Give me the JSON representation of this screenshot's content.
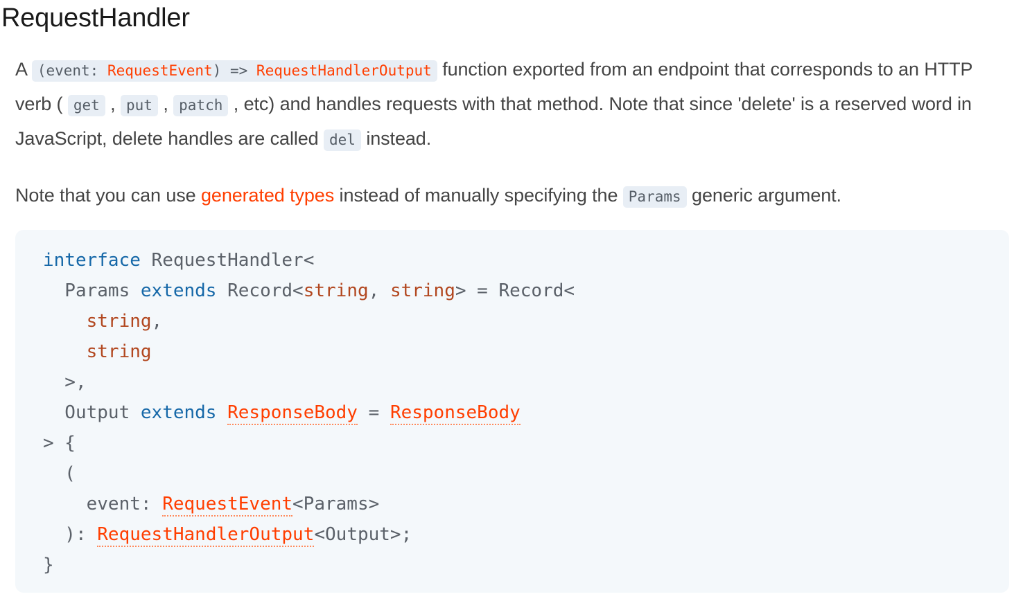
{
  "page": {
    "title": "RequestHandler",
    "background": "#ffffff",
    "text_color": "#444444",
    "brand_color": "#ff3e00"
  },
  "paragraph_1": {
    "lead": "A ",
    "signature_chip": {
      "open_paren": "(event: ",
      "param_type": "RequestEvent",
      "arrow": ") => ",
      "return_type": "RequestHandlerOutput"
    },
    "after_signature": " function exported from an endpoint that corresponds to an HTTP verb ( ",
    "verb_get": "get",
    "sep_1": " , ",
    "verb_put": "put",
    "sep_2": " , ",
    "verb_patch": "patch",
    "after_verbs": " , etc) and handles requests with that method. Note that since 'delete' is a reserved word in JavaScript, delete handles are called ",
    "del_chip": "del",
    "tail": " instead."
  },
  "paragraph_2": {
    "lead": "Note that you can use ",
    "link_text": "generated types",
    "middle": " instead of manually specifying the ",
    "params_chip": "Params",
    "tail": " generic argument."
  },
  "code_block": {
    "language": "typescript",
    "background": "#f4f8fb",
    "colors": {
      "keyword": "#1668a8",
      "primitive": "#b2471f",
      "plain": "#5b6169",
      "type_link": "#ff3e00"
    },
    "lines": [
      {
        "tokens": [
          {
            "text": "interface",
            "kind": "keyword"
          },
          {
            "text": " RequestHandler<",
            "kind": "plain"
          }
        ]
      },
      {
        "tokens": [
          {
            "text": "  Params ",
            "kind": "plain"
          },
          {
            "text": "extends",
            "kind": "keyword"
          },
          {
            "text": " Record<",
            "kind": "plain"
          },
          {
            "text": "string",
            "kind": "primitive"
          },
          {
            "text": ", ",
            "kind": "plain"
          },
          {
            "text": "string",
            "kind": "primitive"
          },
          {
            "text": "> = Record<",
            "kind": "plain"
          }
        ]
      },
      {
        "tokens": [
          {
            "text": "    ",
            "kind": "plain"
          },
          {
            "text": "string",
            "kind": "primitive"
          },
          {
            "text": ",",
            "kind": "plain"
          }
        ]
      },
      {
        "tokens": [
          {
            "text": "    ",
            "kind": "plain"
          },
          {
            "text": "string",
            "kind": "primitive"
          }
        ]
      },
      {
        "tokens": [
          {
            "text": "  >,",
            "kind": "plain"
          }
        ]
      },
      {
        "tokens": [
          {
            "text": "  Output ",
            "kind": "plain"
          },
          {
            "text": "extends",
            "kind": "keyword"
          },
          {
            "text": " ",
            "kind": "plain"
          },
          {
            "text": "ResponseBody",
            "kind": "type_link"
          },
          {
            "text": " = ",
            "kind": "plain"
          },
          {
            "text": "ResponseBody",
            "kind": "type_link"
          }
        ]
      },
      {
        "tokens": [
          {
            "text": "> {",
            "kind": "plain"
          }
        ]
      },
      {
        "tokens": [
          {
            "text": "  (",
            "kind": "plain"
          }
        ]
      },
      {
        "tokens": [
          {
            "text": "    event: ",
            "kind": "plain"
          },
          {
            "text": "RequestEvent",
            "kind": "type_link"
          },
          {
            "text": "<Params>",
            "kind": "plain"
          }
        ]
      },
      {
        "tokens": [
          {
            "text": "  ): ",
            "kind": "plain"
          },
          {
            "text": "RequestHandlerOutput",
            "kind": "type_link"
          },
          {
            "text": "<Output>;",
            "kind": "plain"
          }
        ]
      },
      {
        "tokens": [
          {
            "text": "}",
            "kind": "plain"
          }
        ]
      }
    ]
  }
}
